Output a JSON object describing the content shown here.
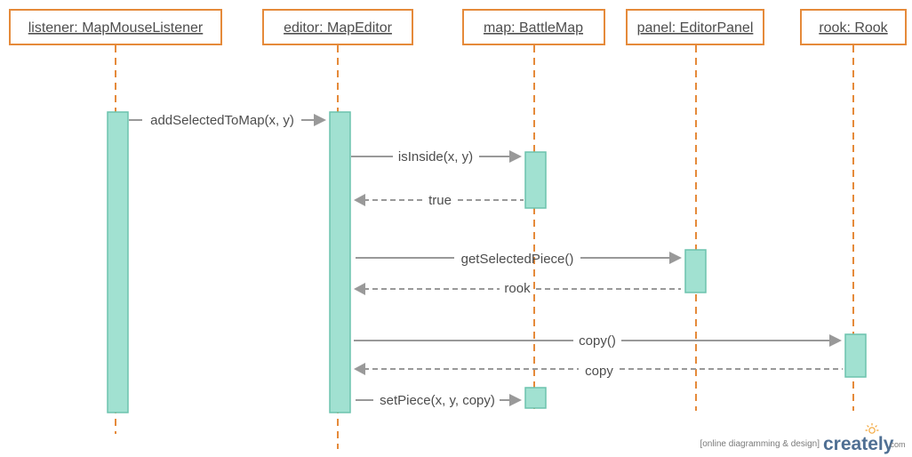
{
  "colors": {
    "lifeline_border": "#e58a3a",
    "activation_fill": "#a1e1d1",
    "activation_stroke": "#6cc3ad",
    "message_line": "#999999",
    "text": "#4d4d4d"
  },
  "lifelines": [
    {
      "id": "listener",
      "label": "listener: MapMouseListener"
    },
    {
      "id": "editor",
      "label": "editor: MapEditor"
    },
    {
      "id": "map",
      "label": "map: BattleMap"
    },
    {
      "id": "panel",
      "label": "panel: EditorPanel"
    },
    {
      "id": "rook",
      "label": "rook: Rook"
    }
  ],
  "messages": [
    {
      "label": "addSelectedToMap(x, y)",
      "from": "listener",
      "to": "editor",
      "kind": "call"
    },
    {
      "label": "isInside(x, y)",
      "from": "editor",
      "to": "map",
      "kind": "call"
    },
    {
      "label": "true",
      "from": "map",
      "to": "editor",
      "kind": "return"
    },
    {
      "label": "getSelectedPiece()",
      "from": "editor",
      "to": "panel",
      "kind": "call"
    },
    {
      "label": "rook",
      "from": "panel",
      "to": "editor",
      "kind": "return"
    },
    {
      "label": "copy()",
      "from": "editor",
      "to": "rook",
      "kind": "call"
    },
    {
      "label": "copy",
      "from": "rook",
      "to": "editor",
      "kind": "return"
    },
    {
      "label": "setPiece(x, y, copy)",
      "from": "editor",
      "to": "map",
      "kind": "call"
    }
  ],
  "watermark": {
    "tagline": "[online diagramming & design]",
    "logo": "creately",
    "suffix": ".com"
  }
}
